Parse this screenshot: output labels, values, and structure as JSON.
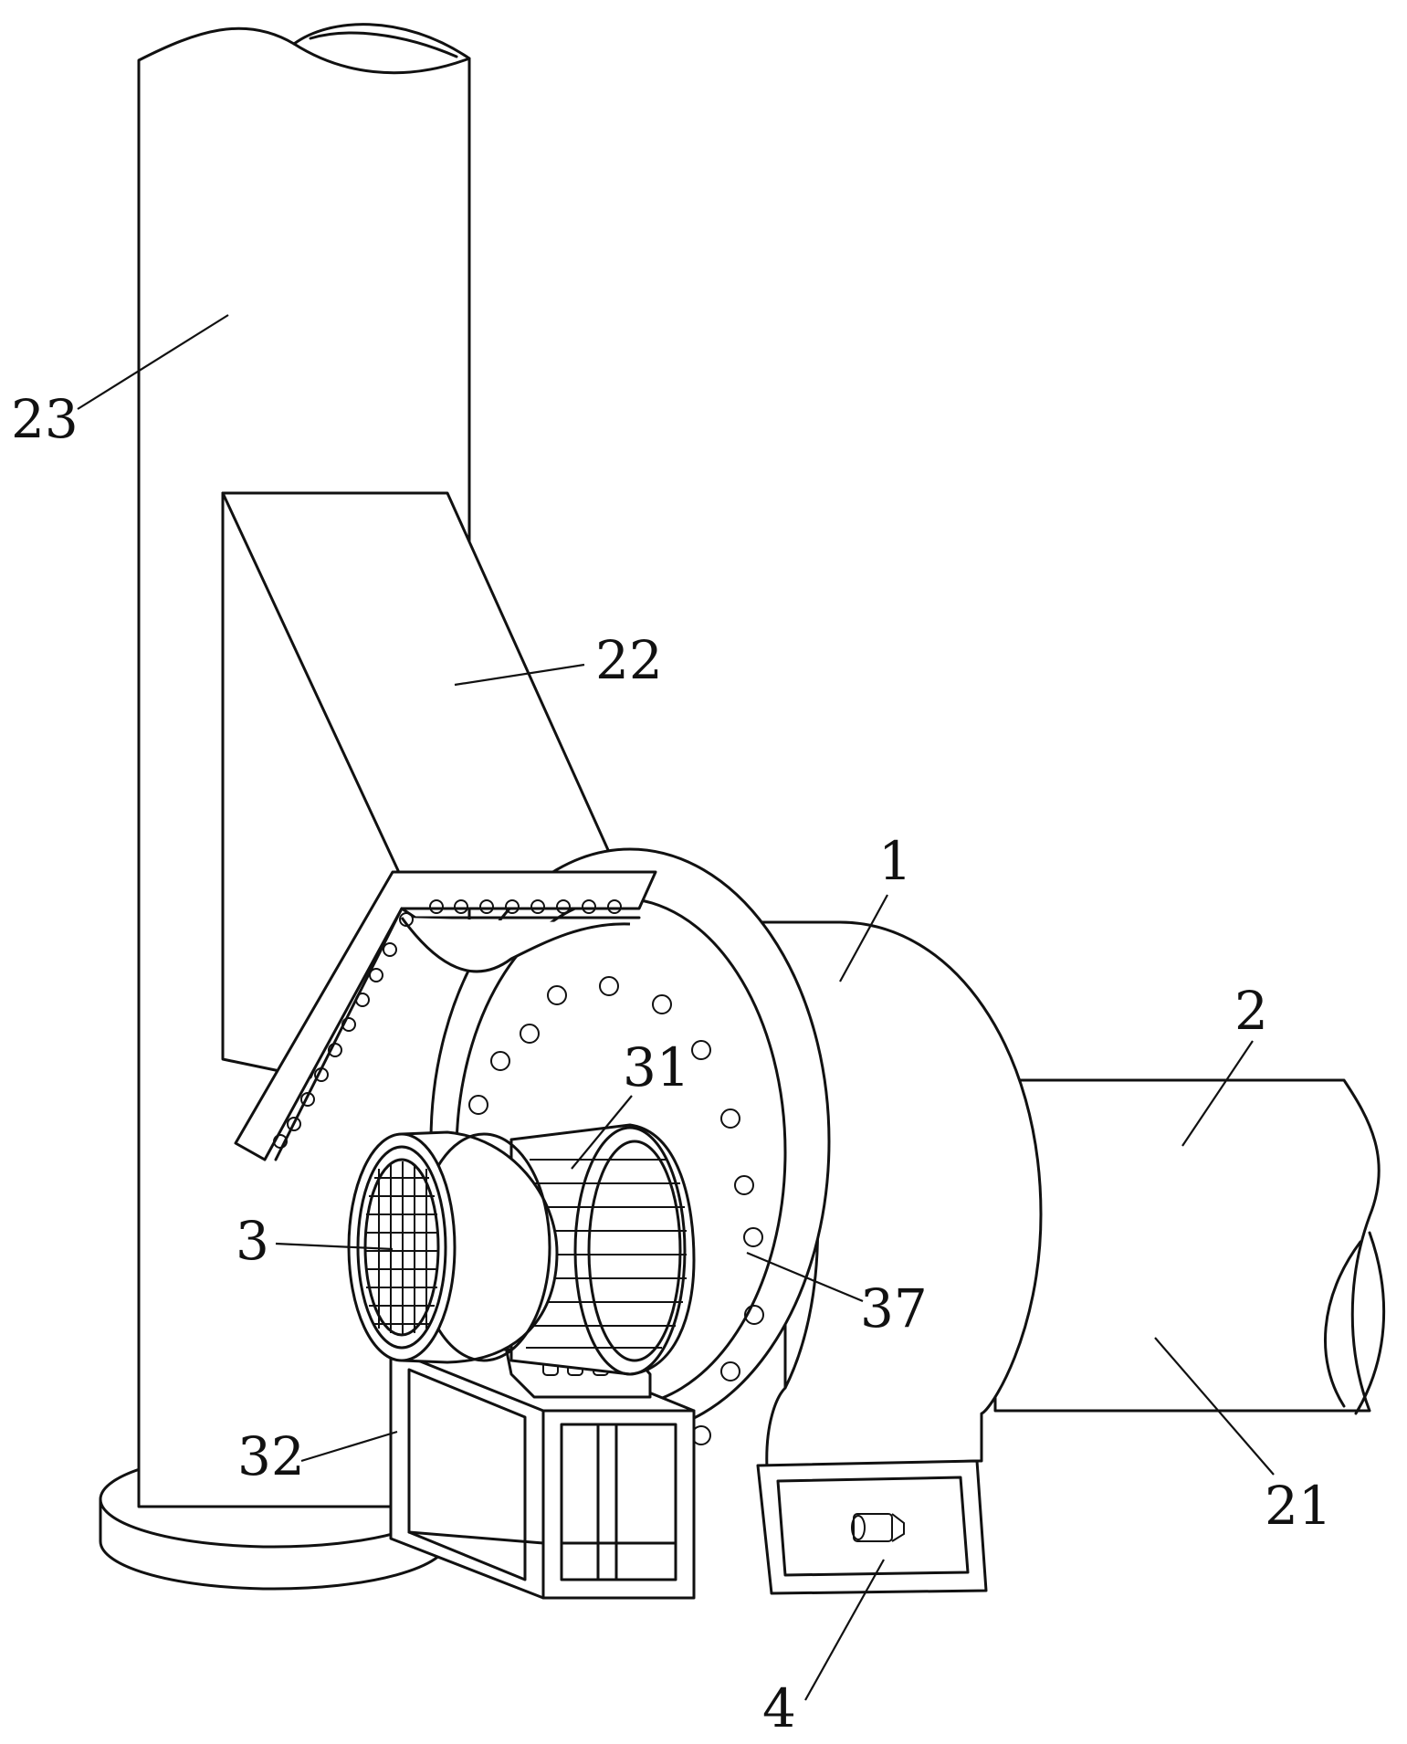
{
  "figure": {
    "kind": "patent-style mechanical line drawing",
    "line_color": "#111111",
    "background": "#ffffff",
    "labels": [
      {
        "id": "23",
        "text": "23"
      },
      {
        "id": "22",
        "text": "22"
      },
      {
        "id": "1",
        "text": "1"
      },
      {
        "id": "2",
        "text": "2"
      },
      {
        "id": "31",
        "text": "31"
      },
      {
        "id": "3",
        "text": "3"
      },
      {
        "id": "37",
        "text": "37"
      },
      {
        "id": "32",
        "text": "32"
      },
      {
        "id": "21",
        "text": "21"
      },
      {
        "id": "4",
        "text": "4"
      }
    ]
  }
}
